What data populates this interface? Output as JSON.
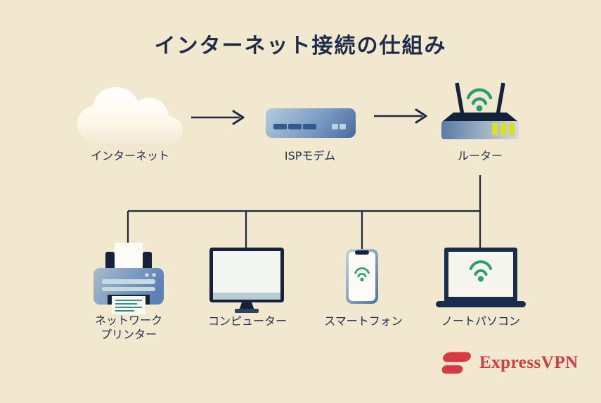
{
  "title": "インターネット接続の仕組み",
  "flow": {
    "internet": {
      "label": "インターネット"
    },
    "modem": {
      "label": "ISPモデム"
    },
    "router": {
      "label": "ルーター"
    }
  },
  "devices": [
    {
      "name": "network-printer",
      "lines": [
        "ネットワーク",
        "プリンター"
      ]
    },
    {
      "name": "computer",
      "lines": [
        "コンピューター"
      ]
    },
    {
      "name": "smartphone",
      "lines": [
        "スマートフォン"
      ]
    },
    {
      "name": "laptop",
      "lines": [
        "ノートパソコン"
      ]
    }
  ],
  "branding": {
    "wordmark": "ExpressVPN"
  },
  "colors": {
    "background": "#f1e8cf",
    "ink": "#1e2c49",
    "connector_line": "#1b2a3e",
    "device_navy": "#15223a",
    "wifi_green": "#2a9d72",
    "led_yellow": "#d8e022",
    "brand_red": "#d93a42"
  }
}
